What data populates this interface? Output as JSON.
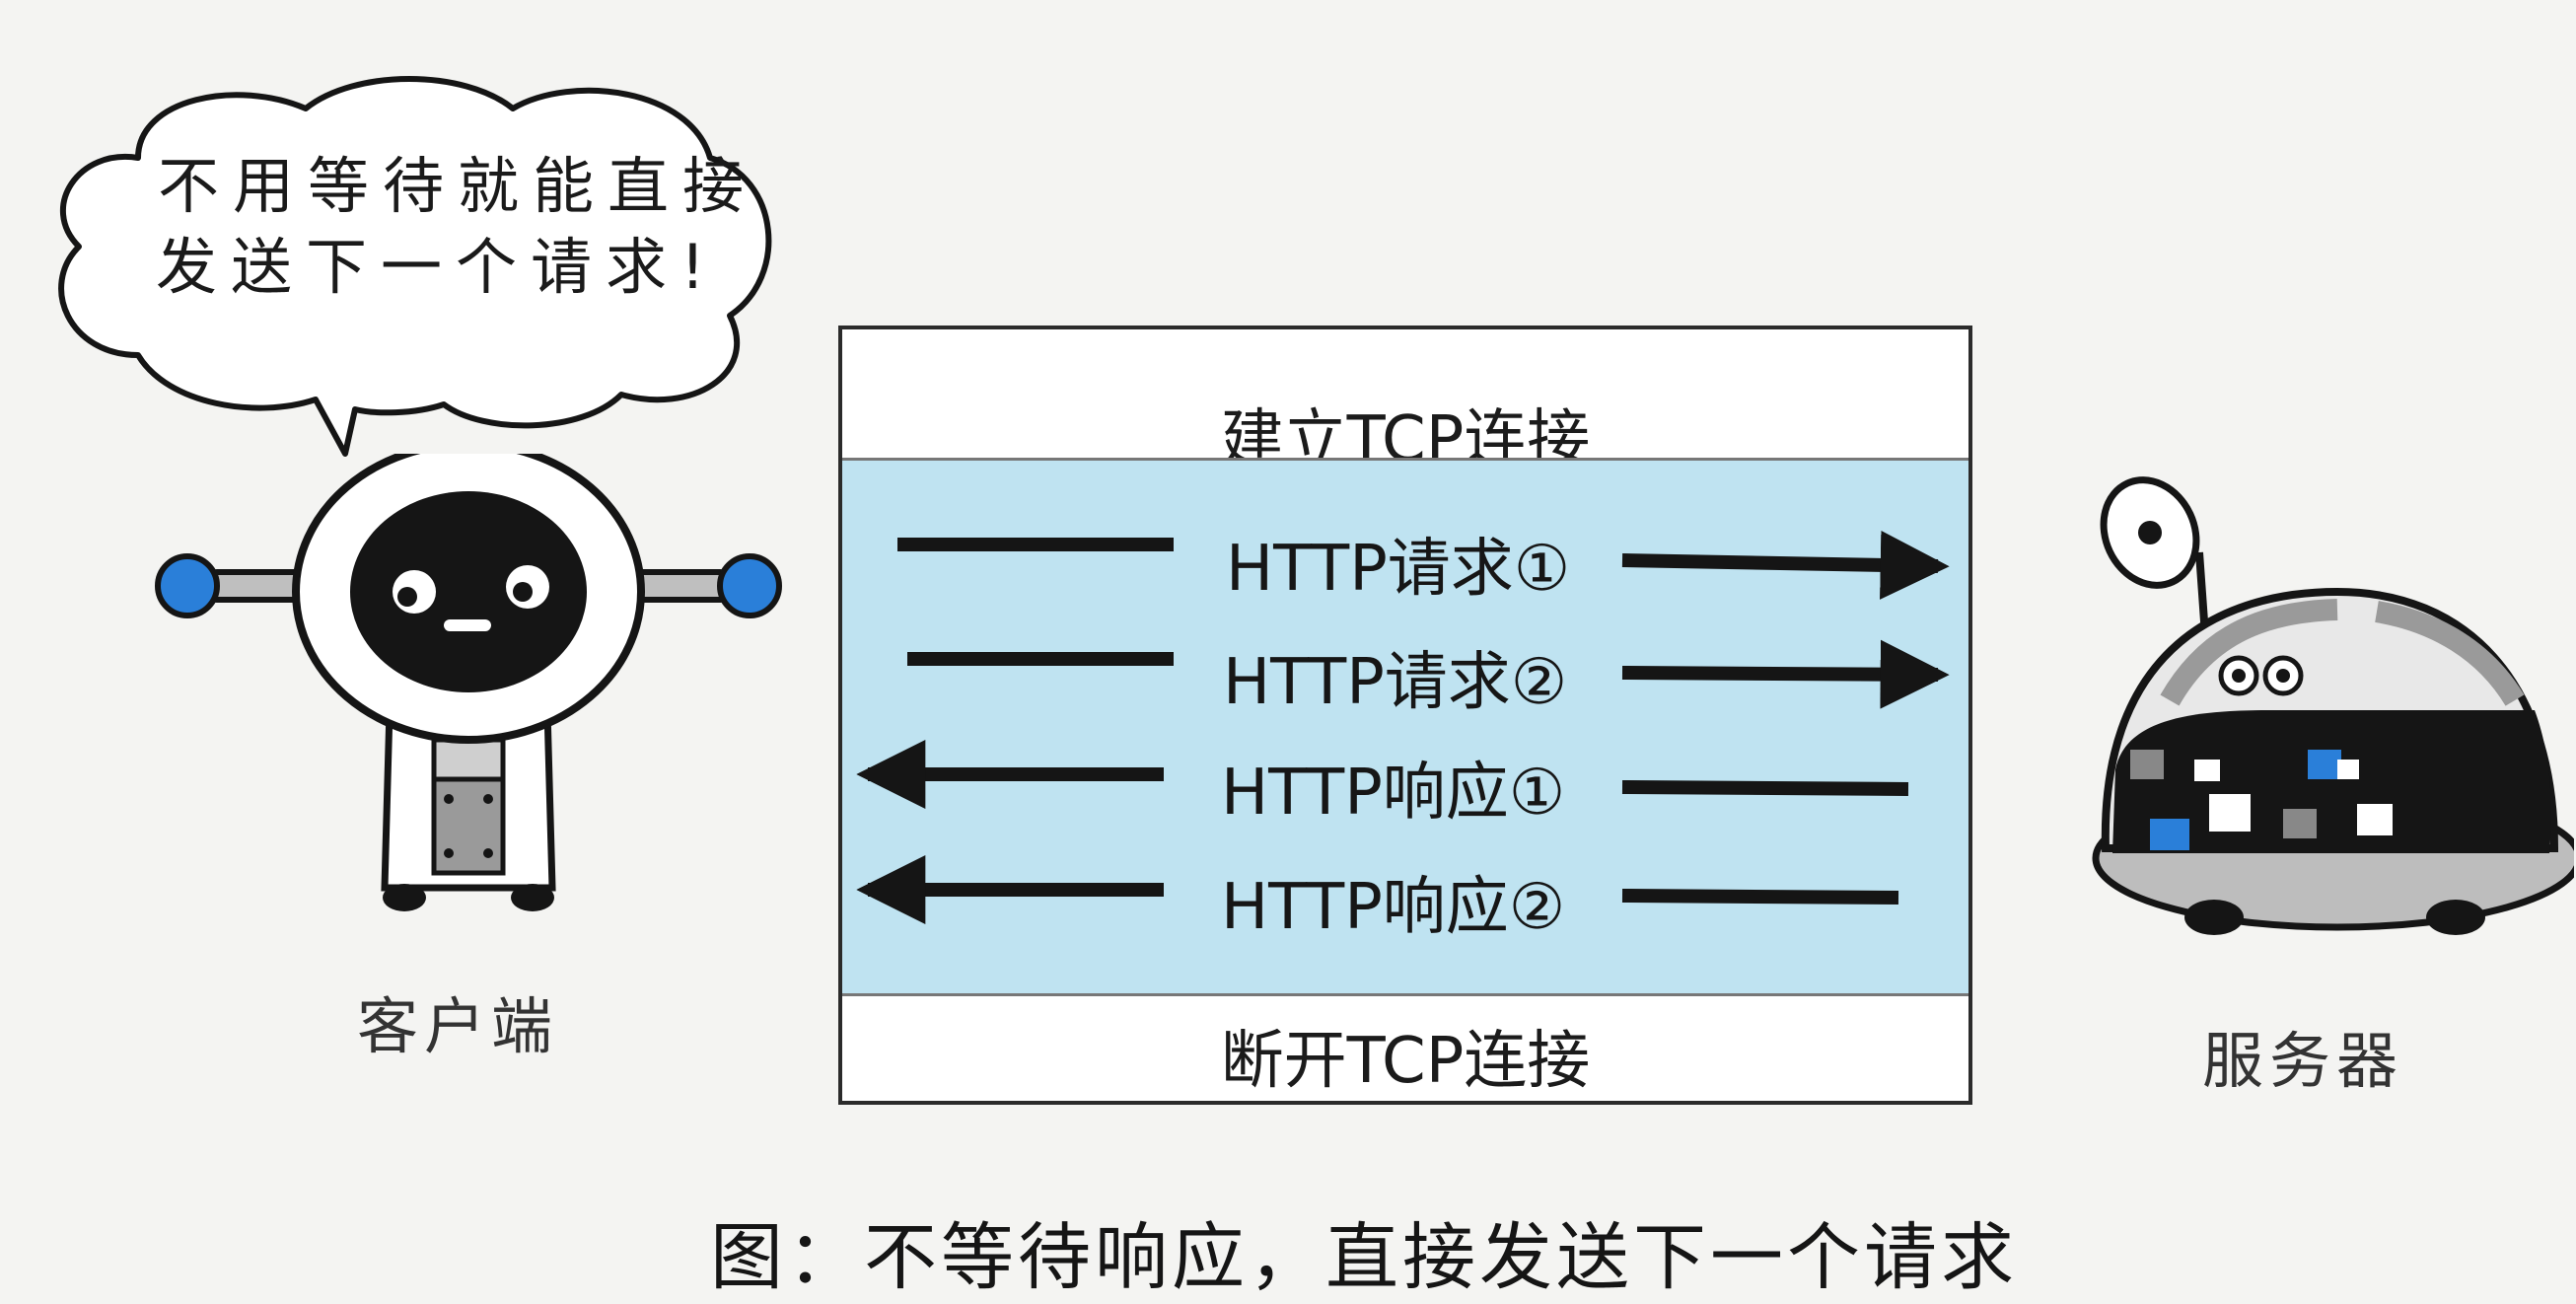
{
  "bubble": {
    "line1": "不用等待就能直接",
    "line2": "发送下一个请求!"
  },
  "client": {
    "label": "客户端"
  },
  "server": {
    "label": "服务器"
  },
  "connection": {
    "open": "建立TCP连接",
    "close": "断开TCP连接"
  },
  "messages": [
    {
      "label": "HTTP请求①",
      "direction": "to-server"
    },
    {
      "label": "HTTP请求②",
      "direction": "to-server"
    },
    {
      "label": "HTTP响应①",
      "direction": "to-client"
    },
    {
      "label": "HTTP响应②",
      "direction": "to-client"
    }
  ],
  "caption": "图：不等待响应，直接发送下一个请求",
  "colors": {
    "panel": "#bfe3f1",
    "ink": "#151515",
    "accent": "#1f6fd0"
  }
}
